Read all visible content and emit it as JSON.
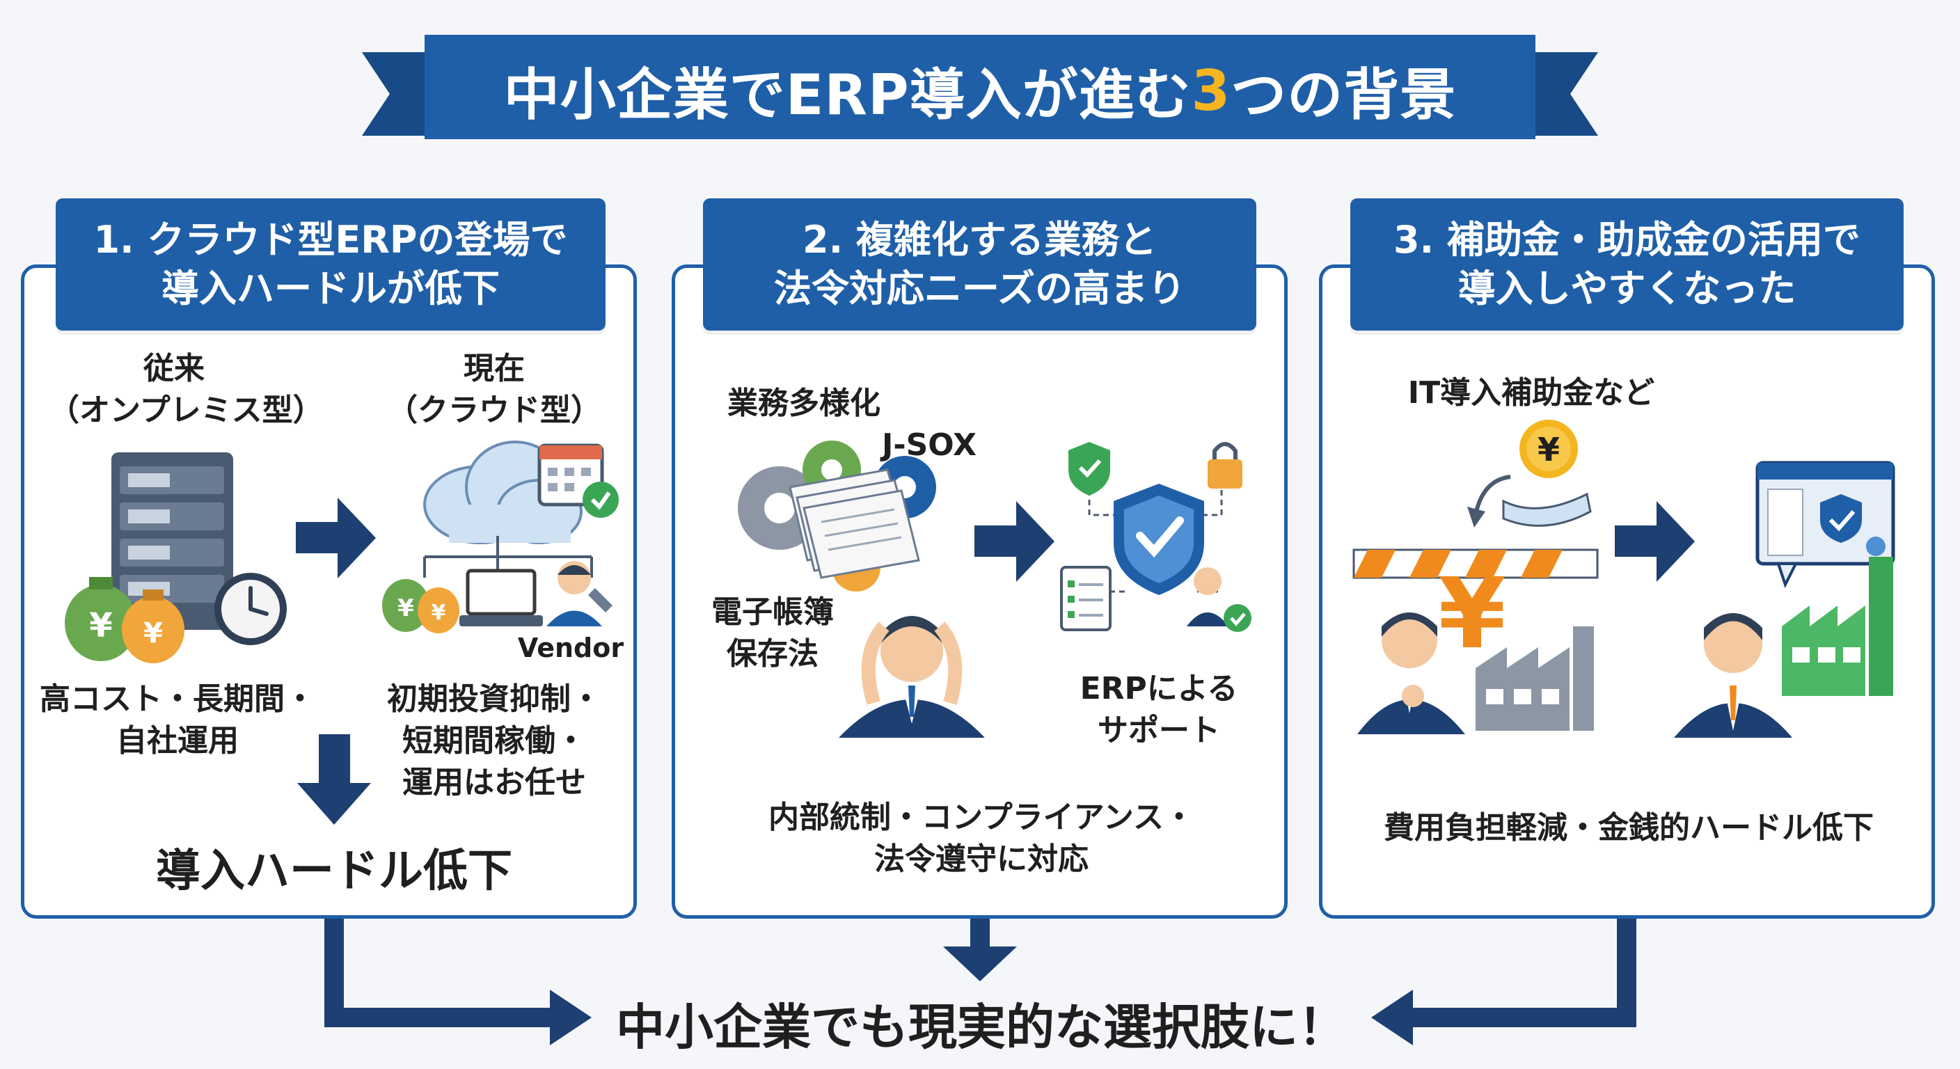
{
  "title": {
    "main": "中小企業でERP導入が進む",
    "number": "3",
    "tail": "つの背景"
  },
  "panels": [
    {
      "heading": [
        "1. クラウド型ERPの登場で",
        "導入ハードルが低下"
      ],
      "left_title": [
        "従来",
        "（オンプレミス型）"
      ],
      "right_title": [
        "現在",
        "（クラウド型）"
      ],
      "vendor_label": "Vendor",
      "left_caption": [
        "高コスト・長期間・",
        "自社運用"
      ],
      "right_caption": [
        "初期投資抑制・",
        "短期間稼働・",
        "運用はお任せ"
      ],
      "result": "導入ハードル低下",
      "money_symbol": "¥"
    },
    {
      "heading": [
        "2. 複雑化する業務と",
        "法令対応ニーズの高まり"
      ],
      "label_diversify": "業務多様化",
      "label_jsox": "J-SOX",
      "label_ebook": [
        "電子帳簿",
        "保存法"
      ],
      "label_support": [
        "ERPによる",
        "サポート"
      ],
      "caption": [
        "内部統制・コンプライアンス・",
        "法令遵守に対応"
      ]
    },
    {
      "heading": [
        "3. 補助金・助成金の活用で",
        "導入しやすくなった"
      ],
      "label_subsidy": "IT導入補助金など",
      "yen_symbol": "¥",
      "caption": "費用負担軽減・金銭的ハードル低下"
    }
  ],
  "conclusion": "中小企業でも現実的な選択肢に！",
  "colors": {
    "brand_blue": "#1f5fa8",
    "navy": "#1d3f72",
    "accent_yellow": "#f5b51f",
    "accent_orange": "#f08a1c",
    "green": "#3aa655",
    "background": "#f4f6f9"
  }
}
